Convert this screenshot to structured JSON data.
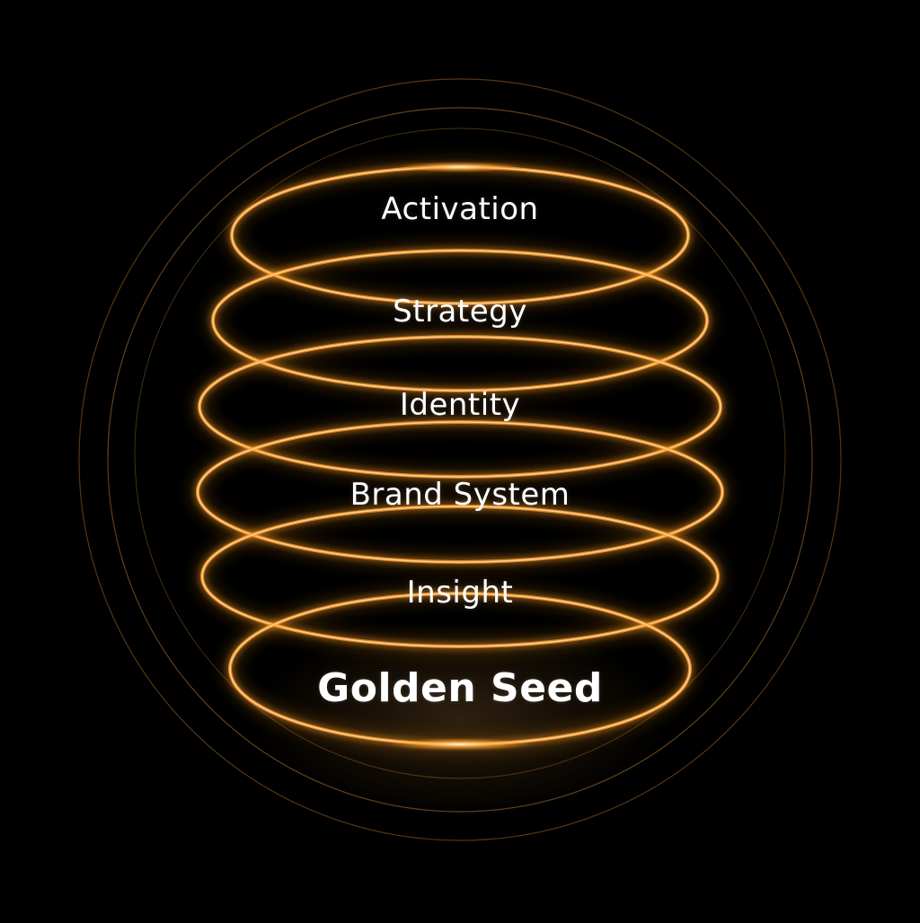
{
  "diagram": {
    "layers": [
      {
        "label": "Activation",
        "level": 6
      },
      {
        "label": "Strategy",
        "level": 5
      },
      {
        "label": "Identity",
        "level": 4
      },
      {
        "label": "Brand System",
        "level": 3
      },
      {
        "label": "Insight",
        "level": 2
      },
      {
        "label": "Golden Seed",
        "level": 1,
        "core": true
      }
    ]
  },
  "colors": {
    "background": "#000000",
    "ring_glow": "#ff9d2e",
    "ring_core": "#ffd08a",
    "outer_circle": "#8a5a26",
    "text": "#ffffff"
  }
}
